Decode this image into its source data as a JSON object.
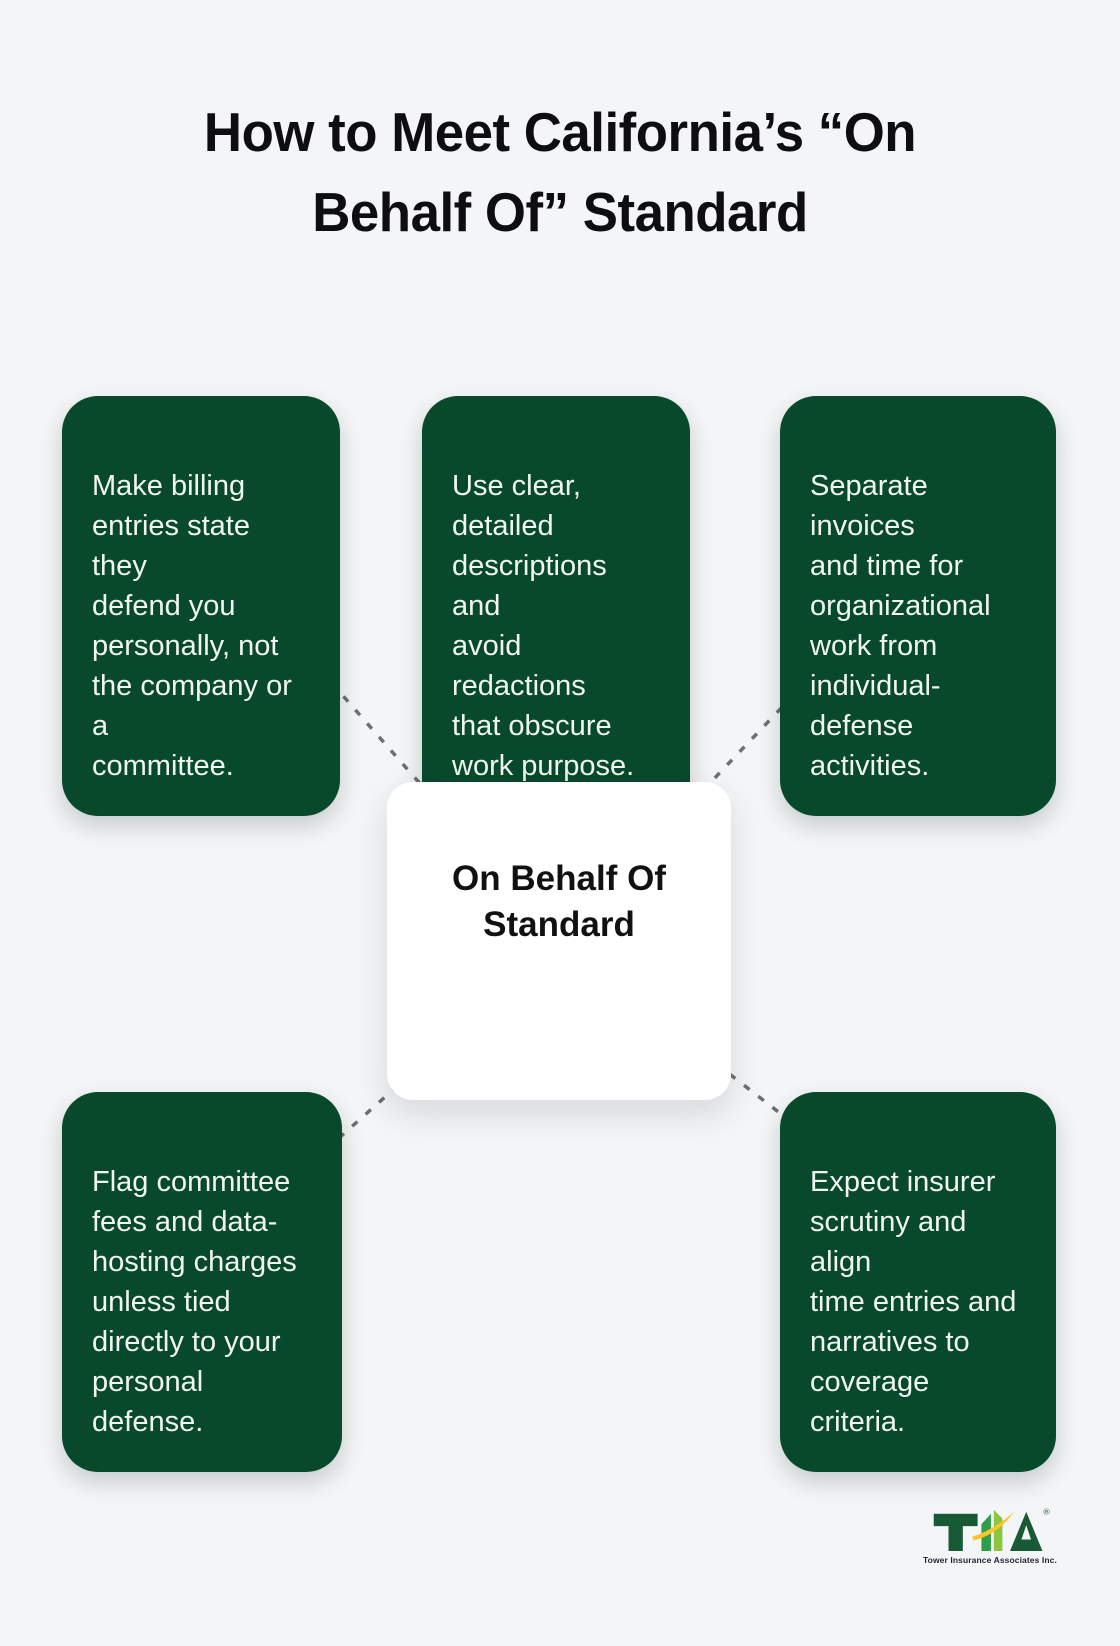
{
  "title": "How to Meet California’s “On\nBehalf Of” Standard",
  "center": {
    "label": "On Behalf Of\nStandard"
  },
  "boxes": [
    {
      "id": "top-left",
      "text": "Make billing\nentries state they\ndefend you\npersonally, not\nthe company or a\ncommittee."
    },
    {
      "id": "top-mid",
      "text": "Use clear,\ndetailed\ndescriptions and\navoid redactions\nthat obscure\nwork purpose."
    },
    {
      "id": "top-right",
      "text": "Separate invoices\nand time for\norganizational\nwork from\nindividual-\ndefense\nactivities."
    },
    {
      "id": "bottom-left",
      "text": "Flag committee\nfees and data-\nhosting charges\nunless tied\ndirectly to your\npersonal\ndefense."
    },
    {
      "id": "bottom-right",
      "text": "Expect insurer\nscrutiny and align\ntime entries and\nnarratives to\ncoverage criteria."
    }
  ],
  "colors": {
    "background": "#f4f5f7",
    "box_green": "#07492a",
    "box_text": "#f1f6f2",
    "connector_gray": "#6f6f72",
    "title_black": "#0e0e10",
    "logo_dark_green": "#175a35",
    "logo_mid_green": "#2e9e4b",
    "logo_light_green": "#8cc63f",
    "logo_gold": "#fdc42e"
  },
  "logo": {
    "text": "TIA",
    "registered": "®",
    "tagline": "Tower Insurance Associates Inc."
  }
}
